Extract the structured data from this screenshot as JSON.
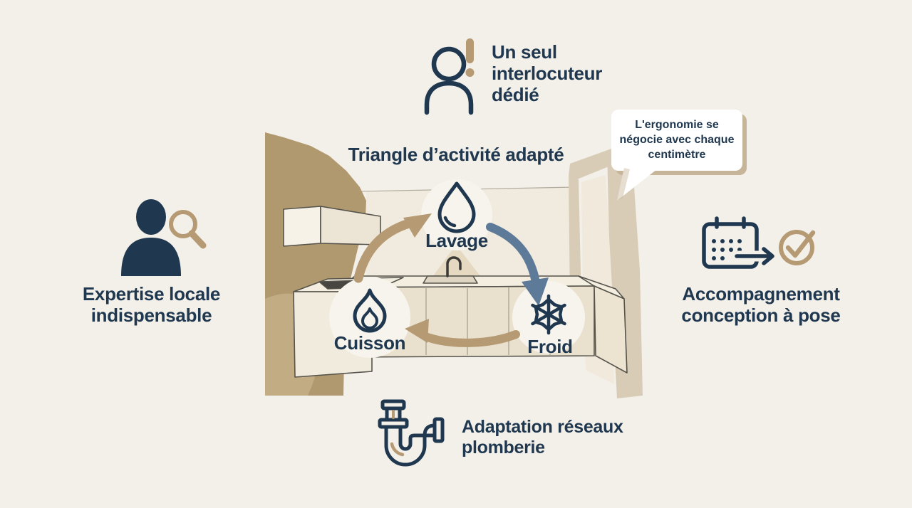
{
  "palette": {
    "background": "#f3f0ea",
    "navy": "#20384f",
    "tan": "#b59a73",
    "tan_light": "#d8ccb6",
    "wall_dark": "#b1996f",
    "counter_cream": "#e9e1ce",
    "slate_arrow": "#5d7b99",
    "bubble_shadow": "#c6b598"
  },
  "diagram": {
    "title": "Triangle d’activité adapté",
    "illustration": "kitchen-room-with-u-shaped-counter",
    "nodes": [
      {
        "id": "lavage",
        "label": "Lavage",
        "icon": "water-drop-icon"
      },
      {
        "id": "cuisson",
        "label": "Cuisson",
        "icon": "flame-icon"
      },
      {
        "id": "froid",
        "label": "Froid",
        "icon": "snowflake-icon"
      }
    ],
    "arrows": [
      {
        "from": "cuisson",
        "to": "lavage",
        "color": "tan"
      },
      {
        "from": "lavage",
        "to": "froid",
        "color": "slate"
      },
      {
        "from": "froid",
        "to": "cuisson",
        "color": "tan"
      }
    ]
  },
  "features": {
    "top": {
      "icon": "person-exclamation-icon",
      "label": "Un seul interlocuteur dédié"
    },
    "left": {
      "icon": "person-magnifier-icon",
      "label": "Expertise locale indispensable"
    },
    "right": {
      "icon": "calendar-to-check-icon",
      "label": "Accompagnement conception à pose"
    },
    "bottom": {
      "icon": "pipe-trap-icon",
      "label": "Adaptation réseaux plomberie"
    }
  },
  "speech_bubble": {
    "text": "L'ergonomie se négocie avec chaque centimètre"
  }
}
